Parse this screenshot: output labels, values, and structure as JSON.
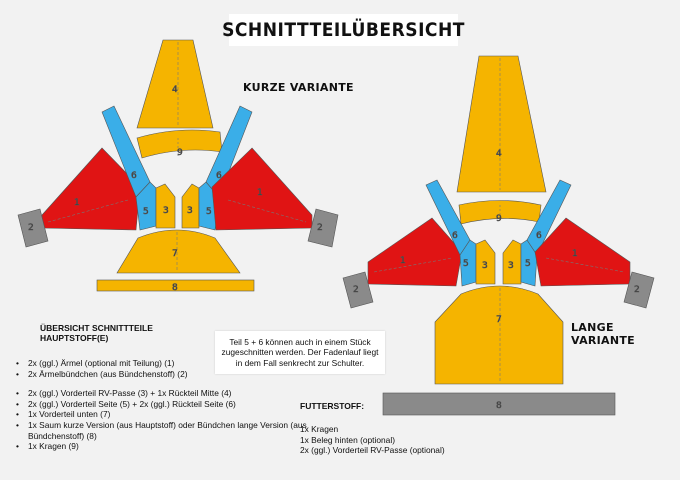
{
  "title": "SCHNITTTEILÜBERSICHT",
  "short_variant_label": "KURZE VARIANTE",
  "long_variant_label": "LANGE VARIANTE",
  "colors": {
    "red": "#e01414",
    "blue": "#3aaee8",
    "yellow": "#f5b400",
    "gray": "#8a8a8a",
    "background": "#f2f2f2"
  },
  "pieces": {
    "n1": "1",
    "n2": "2",
    "n3": "3",
    "n4": "4",
    "n5": "5",
    "n6": "6",
    "n7": "7",
    "n8": "8",
    "n9": "9"
  },
  "overview": {
    "title_line1": "ÜBERSICHT SCHNITTTEILE",
    "title_line2": "HAUPTSTOFF(E)",
    "items": [
      "2x (ggl.) Ärmel (optional mit Teilung) (1)",
      "2x Ärmelbündchen (aus Bündchenstoff) (2)",
      "2x (ggl.) Vorderteil RV-Passe (3) + 1x Rückteil Mitte (4)",
      "2x (ggl.) Vorderteil Seite (5) + 2x (ggl.) Rückteil Seite (6)",
      "1x Vorderteil unten (7)",
      "1x Saum kurze Version  (aus Hauptstoff) oder Bündchen lange Version (aus Bündchenstoff) (8)",
      "1x Kragen (9)"
    ]
  },
  "note": "Teil 5 + 6 können auch in einem Stück zugeschnitten werden. Der Fadenlauf liegt in dem Fall senkrecht zur Schulter.",
  "lining": {
    "title": "FUTTERSTOFF:",
    "items": [
      "1x Kragen",
      "1x Beleg hinten (optional)",
      "2x (ggl.) Vorderteil RV-Passe (optional)"
    ]
  }
}
